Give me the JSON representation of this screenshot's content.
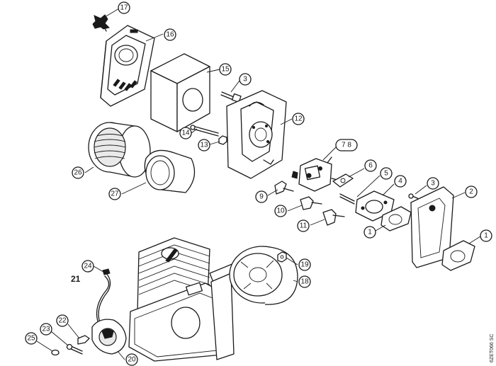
{
  "callouts": [
    {
      "id": "c17",
      "label": "17"
    },
    {
      "id": "c16",
      "label": "16"
    },
    {
      "id": "c15",
      "label": "15"
    },
    {
      "id": "c3a",
      "label": "3"
    },
    {
      "id": "c12",
      "label": "12"
    },
    {
      "id": "c14",
      "label": "14"
    },
    {
      "id": "c13",
      "label": "13"
    },
    {
      "id": "c78",
      "label": "7 8"
    },
    {
      "id": "c26",
      "label": "26"
    },
    {
      "id": "c6",
      "label": "6"
    },
    {
      "id": "c5",
      "label": "5"
    },
    {
      "id": "c4",
      "label": "4"
    },
    {
      "id": "c3b",
      "label": "3"
    },
    {
      "id": "c2",
      "label": "2"
    },
    {
      "id": "c27",
      "label": "27"
    },
    {
      "id": "c9",
      "label": "9"
    },
    {
      "id": "c10",
      "label": "10"
    },
    {
      "id": "c11",
      "label": "11"
    },
    {
      "id": "c1a",
      "label": "1"
    },
    {
      "id": "c1b",
      "label": "1"
    },
    {
      "id": "c24",
      "label": "24"
    },
    {
      "id": "c19",
      "label": "19"
    },
    {
      "id": "c18",
      "label": "18"
    },
    {
      "id": "c22",
      "label": "22"
    },
    {
      "id": "c23",
      "label": "23"
    },
    {
      "id": "c25",
      "label": "25"
    },
    {
      "id": "c20",
      "label": "20"
    }
  ],
  "group_label": "21",
  "drawing_code": "6ZET066 SC"
}
